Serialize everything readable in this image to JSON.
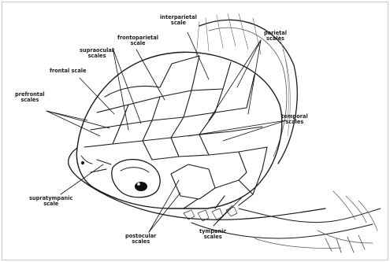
{
  "diagram": {
    "labels": {
      "interparietal": "interparietal\nscale",
      "parietal": "parietal\nscales",
      "frontoparietal": "frontoparietal\nscale",
      "supraocular": "supraocular\nscales",
      "frontal": "frontal scale",
      "prefrontal": "prefrontal\nscales",
      "temporal": "temporal\nscales",
      "supratympanic": "supratympanic\nscale",
      "postocular": "postocular\nscales",
      "tympanic": "tympanic\nscales"
    }
  }
}
